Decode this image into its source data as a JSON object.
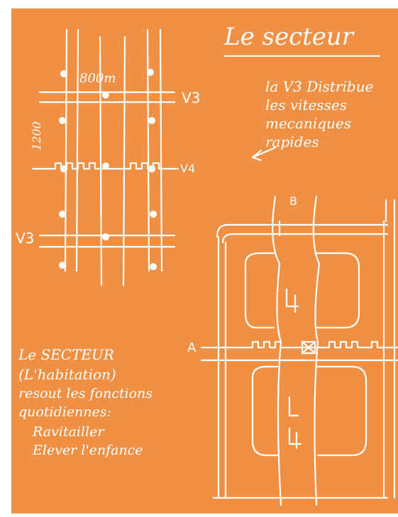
{
  "title": "Le secteur",
  "note_top": [
    "la V3 Distribue",
    "les vitesses",
    "mecaniques",
    "rapides"
  ],
  "grid_labels": {
    "distance_horizontal": "800m",
    "distance_vertical": "1200",
    "road_v3_top": "V3",
    "road_v3_bottom": "V3",
    "road_v4": "V4",
    "axis_a": "A",
    "axis_b": "B"
  },
  "note_bottom": [
    "Le SECTEUR",
    "(L'habitation)",
    "resout les fonctions",
    "quotidiennes:",
    "Ravitailler",
    "Elever l'enfance"
  ],
  "colors": {
    "background": "#ef9044",
    "ink": "#ffffff"
  }
}
